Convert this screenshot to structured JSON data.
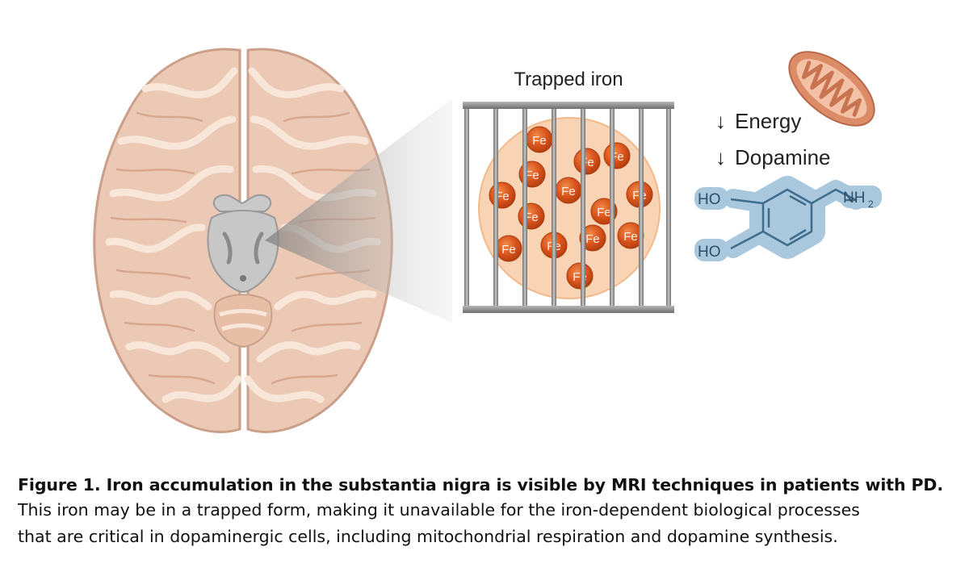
{
  "diagram": {
    "cage_label": "Trapped iron",
    "iron_label": "Fe",
    "iron_count": 14,
    "effects": [
      {
        "arrow": "↓",
        "text": "Energy"
      },
      {
        "arrow": "↓",
        "text": "Dopamine"
      }
    ],
    "dopamine_structure": {
      "hydroxyl_top": "HO",
      "hydroxyl_bottom": "HO",
      "amine": "NH",
      "amine_subscript": "2"
    },
    "colors": {
      "brain_fill": "#ecc9b5",
      "brain_gyri": "#f8e6d9",
      "iron_sphere": "#d9531c",
      "iron_halo": "#f9d4b4",
      "cage_bars": "#8e8e8e",
      "mitochondrion": "#dc8d68",
      "molecule_highlight": "#a9c8de",
      "molecule_bonds": "#3f6c8c"
    }
  },
  "caption": {
    "title": "Figure 1. Iron accumulation in the substantia nigra is visible by MRI techniques in patients with PD.",
    "line1": "This iron may be in a trapped form, making it unavailable for the iron-dependent biological processes",
    "line2": "that are critical in dopaminergic cells, including mitochondrial respiration and dopamine synthesis."
  }
}
